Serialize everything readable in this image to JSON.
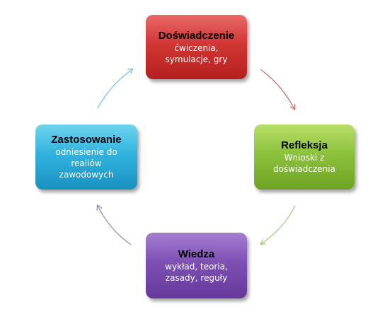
{
  "diagram": {
    "nodes": {
      "top": {
        "title": "Doświadczenie",
        "description": [
          "ćwiczenia,",
          "symulacje, gry"
        ],
        "color": "#c62c2a",
        "text_color": "#ffffff"
      },
      "right": {
        "title": "Refleksja",
        "description": [
          "Wnioski z",
          "doświadczenia"
        ],
        "color": "#8cc23a",
        "text_color": "#ffffff"
      },
      "bottom": {
        "title": "Wiedza",
        "description": [
          "wykład, teoria,",
          "zasady, reguły"
        ],
        "color": "#7e50b4",
        "text_color": "#ffffff"
      },
      "left": {
        "title": "Zastosowanie",
        "description": [
          "odniesienie do",
          "realiów",
          "zawodowych"
        ],
        "color": "#31b3df",
        "text_color": "#ffffff"
      }
    },
    "arrows": [
      {
        "from": "top",
        "to": "right",
        "color": "#c9706f"
      },
      {
        "from": "right",
        "to": "bottom",
        "color": "#a9cc7a"
      },
      {
        "from": "bottom",
        "to": "left",
        "color": "#9c86bc"
      },
      {
        "from": "left",
        "to": "top",
        "color": "#7cc3df"
      }
    ]
  }
}
